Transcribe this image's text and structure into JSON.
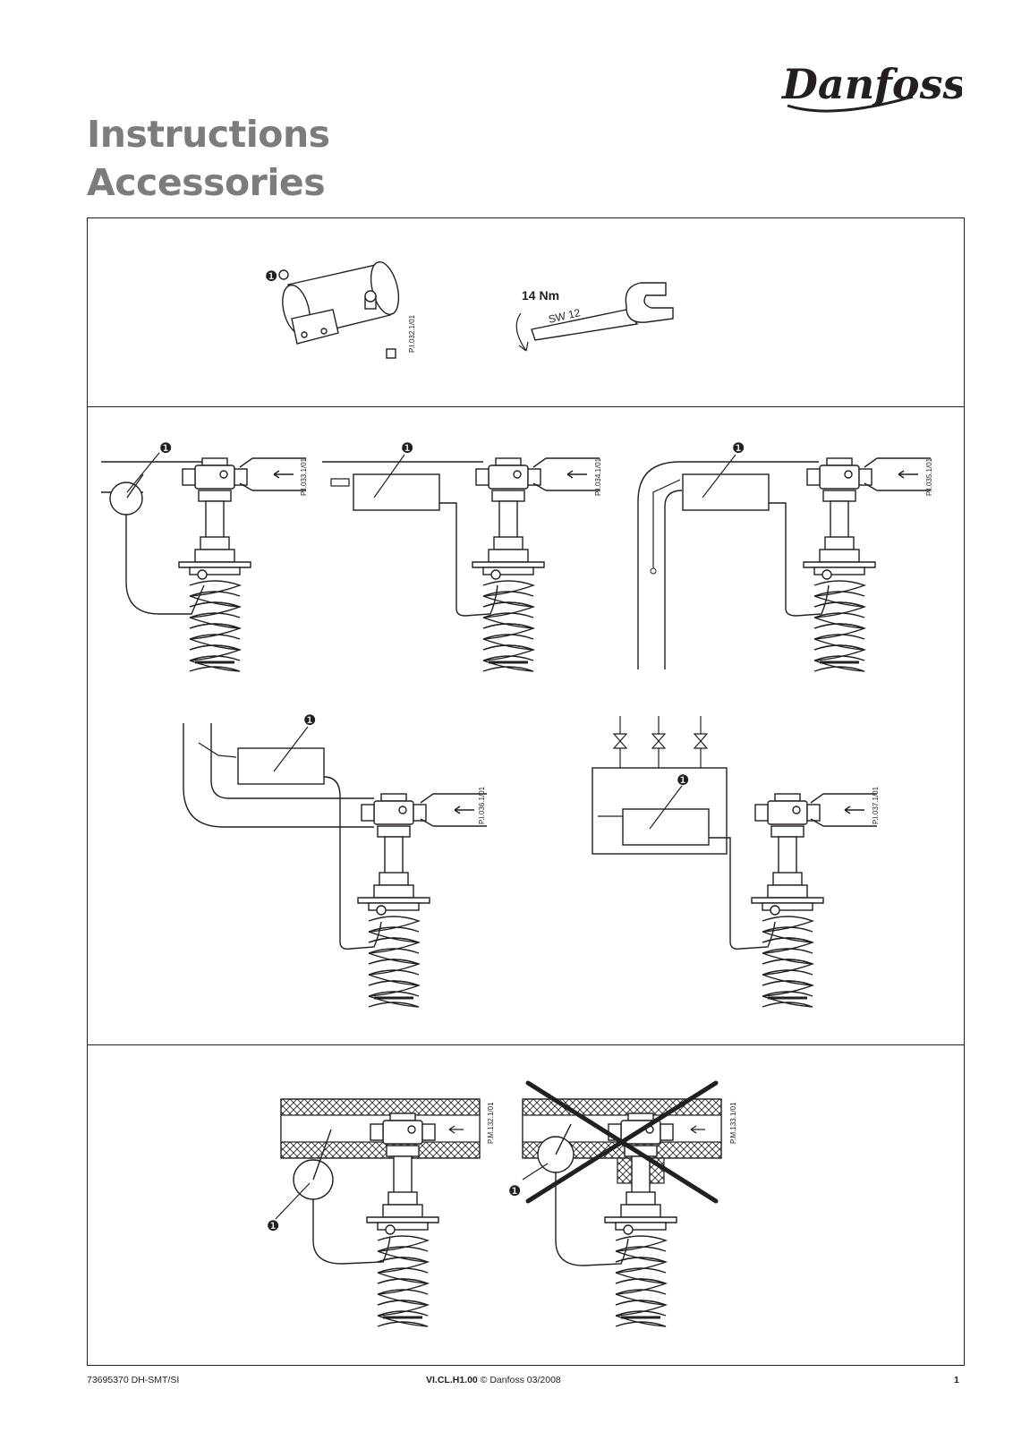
{
  "header": {
    "brand": "Danfoss",
    "title_line1": "Instructions",
    "title_line2": "Accessories"
  },
  "figure": {
    "callout": "❶",
    "torque": "14 Nm",
    "wrench_size": "SW 12",
    "refs": [
      "P.I.032.1/01",
      "P.I.033.1/01",
      "P.I.034.1/01",
      "P.I.035.1/01",
      "P.I.036.1/01",
      "P.I.037.1/01",
      "P.M.132.1/01",
      "P.M.133.1/01"
    ]
  },
  "footer": {
    "left": "73695370 DH-SMT/SI",
    "doc_code": "VI.CL.H1.00",
    "copyright": " © Danfoss 03/2008",
    "page": "1"
  }
}
